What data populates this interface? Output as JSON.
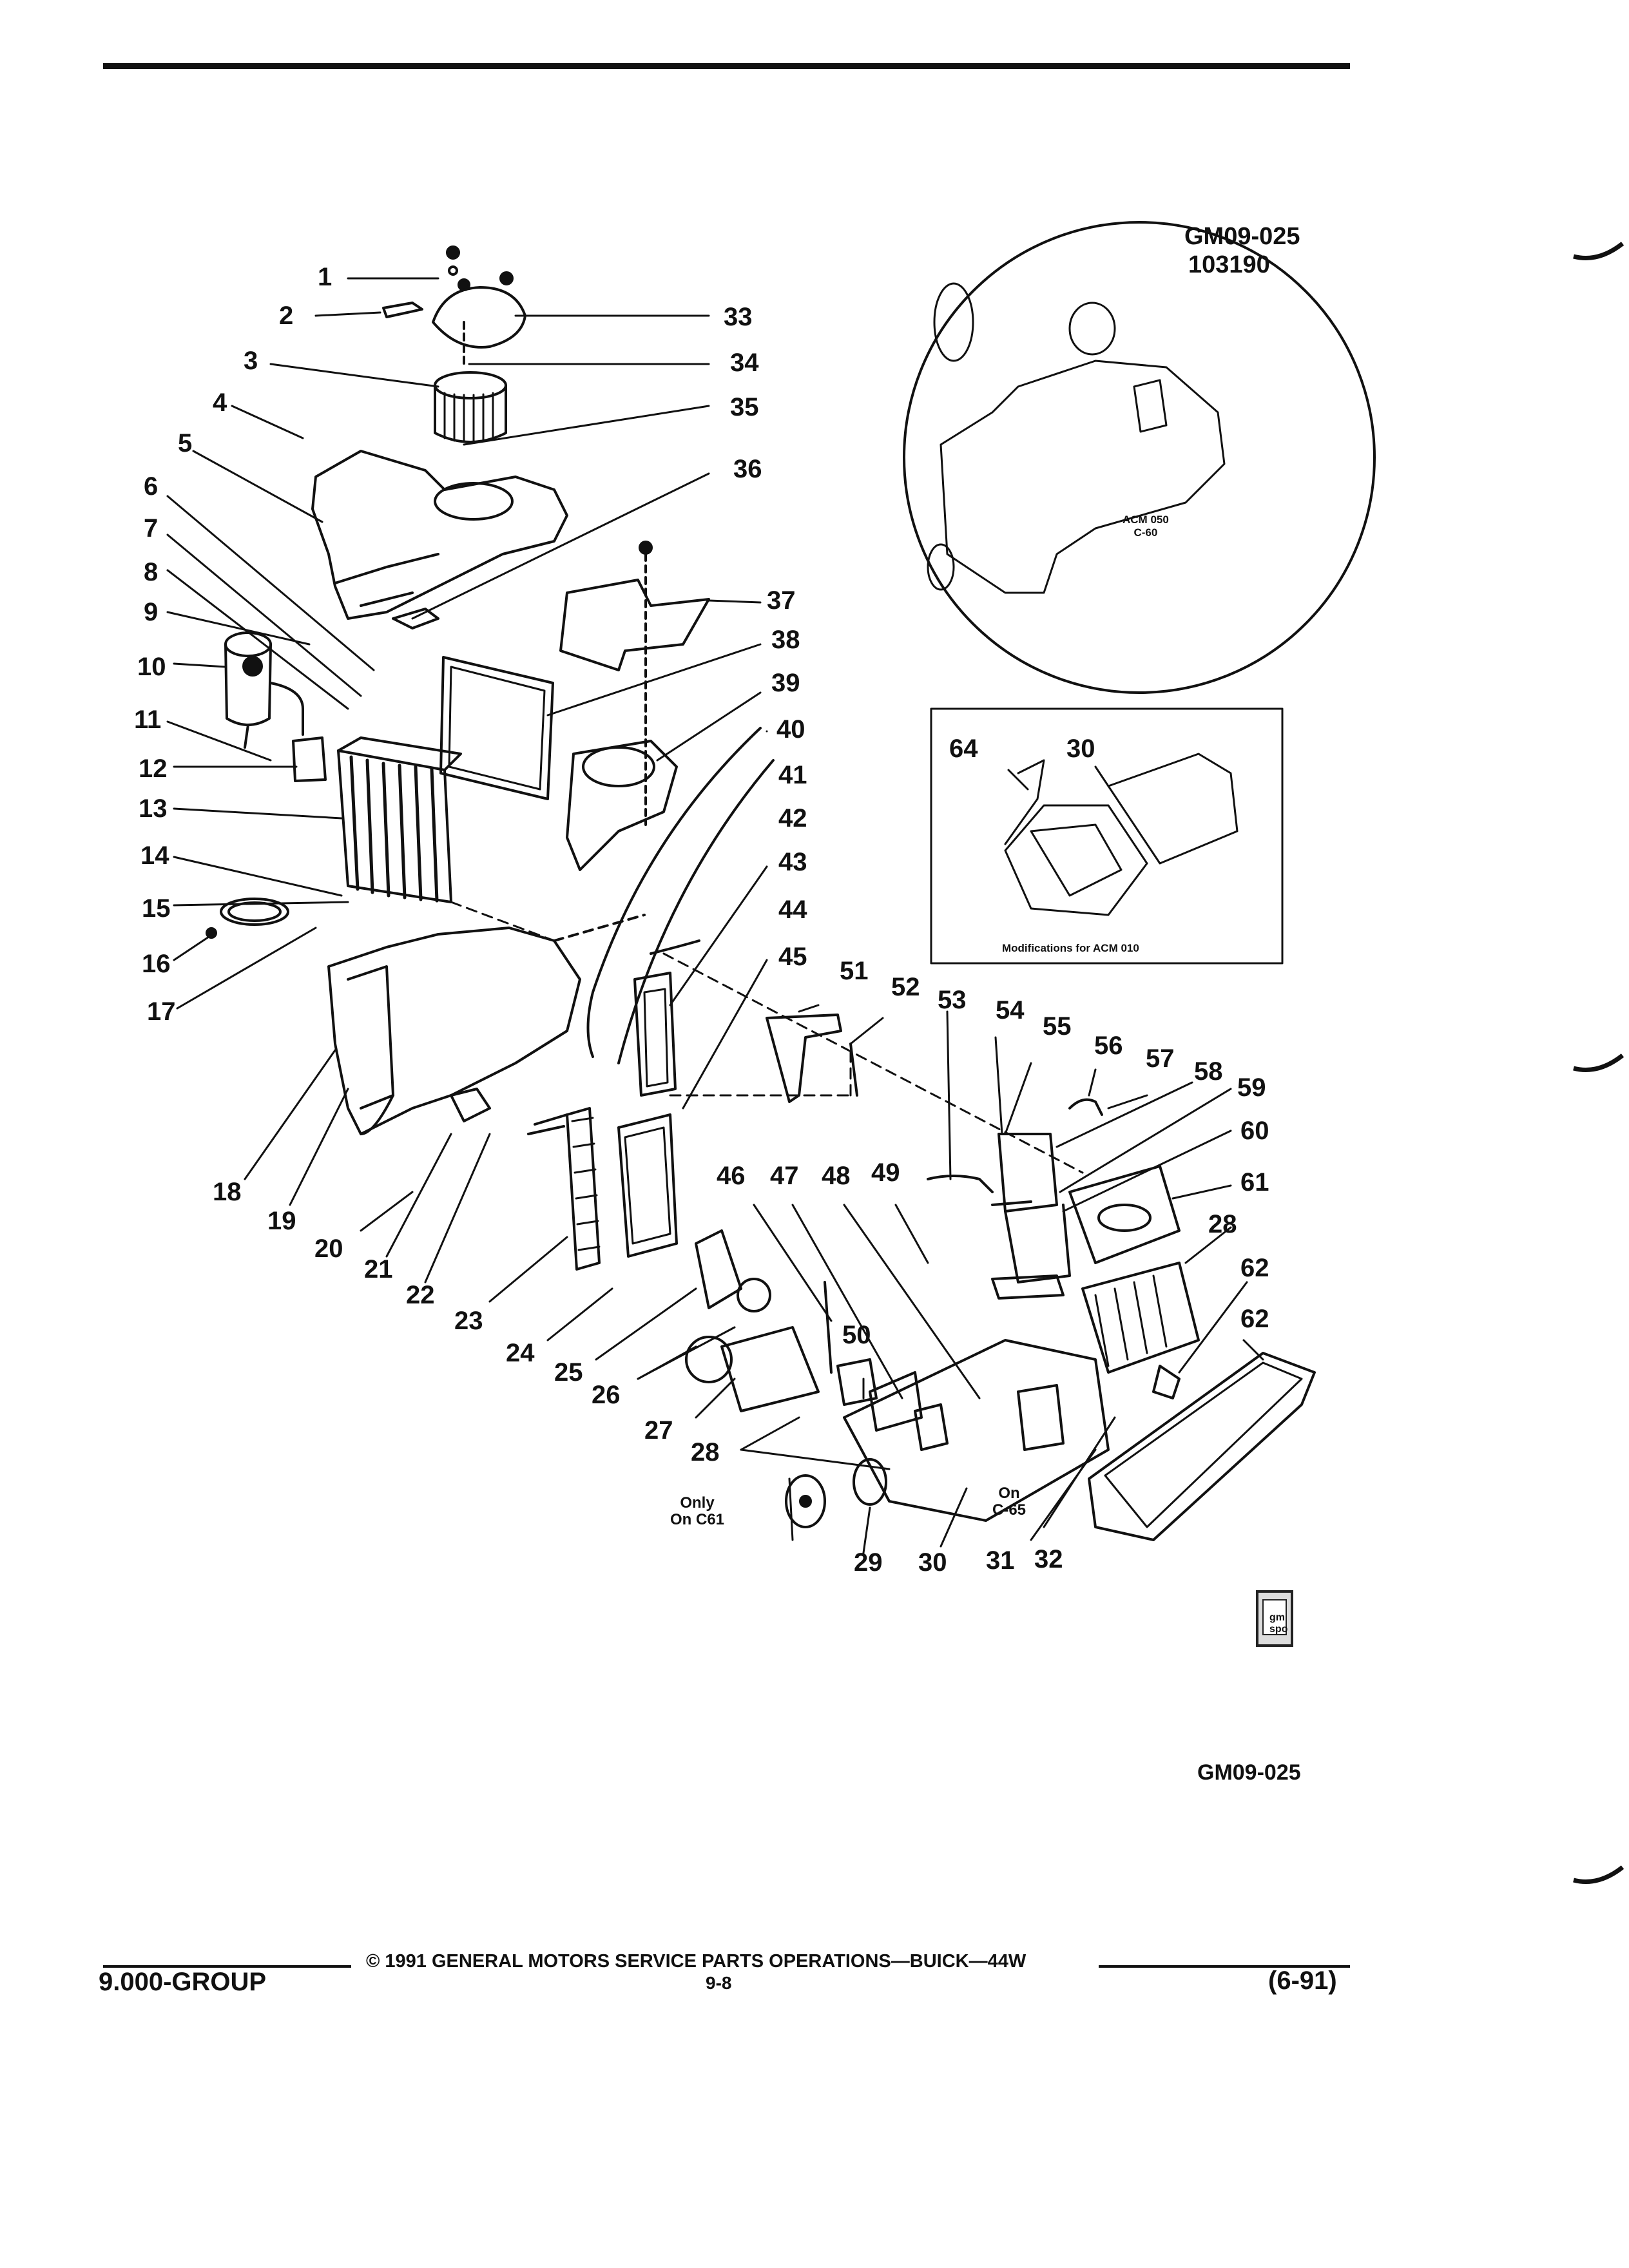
{
  "header": {
    "figure_code": "GM09-025",
    "figure_number": "103190"
  },
  "callouts": [
    {
      "id": "1",
      "text": "1"
    },
    {
      "id": "2",
      "text": "2"
    },
    {
      "id": "3",
      "text": "3"
    },
    {
      "id": "4",
      "text": "4"
    },
    {
      "id": "5",
      "text": "5"
    },
    {
      "id": "6",
      "text": "6"
    },
    {
      "id": "7",
      "text": "7"
    },
    {
      "id": "8",
      "text": "8"
    },
    {
      "id": "9",
      "text": "9"
    },
    {
      "id": "10",
      "text": "10"
    },
    {
      "id": "11",
      "text": "11"
    },
    {
      "id": "12",
      "text": "12"
    },
    {
      "id": "13",
      "text": "13"
    },
    {
      "id": "14",
      "text": "14"
    },
    {
      "id": "15",
      "text": "15"
    },
    {
      "id": "16",
      "text": "16"
    },
    {
      "id": "17",
      "text": "17"
    },
    {
      "id": "18",
      "text": "18"
    },
    {
      "id": "19",
      "text": "19"
    },
    {
      "id": "20",
      "text": "20"
    },
    {
      "id": "21",
      "text": "21"
    },
    {
      "id": "22",
      "text": "22"
    },
    {
      "id": "23",
      "text": "23"
    },
    {
      "id": "24",
      "text": "24"
    },
    {
      "id": "25",
      "text": "25"
    },
    {
      "id": "26",
      "text": "26"
    },
    {
      "id": "27",
      "text": "27"
    },
    {
      "id": "28a",
      "text": "28"
    },
    {
      "id": "28b",
      "text": "28"
    },
    {
      "id": "29",
      "text": "29"
    },
    {
      "id": "30",
      "text": "30"
    },
    {
      "id": "31",
      "text": "31"
    },
    {
      "id": "32",
      "text": "32"
    },
    {
      "id": "33",
      "text": "33"
    },
    {
      "id": "34",
      "text": "34"
    },
    {
      "id": "35",
      "text": "35"
    },
    {
      "id": "36",
      "text": "36"
    },
    {
      "id": "37",
      "text": "37"
    },
    {
      "id": "38",
      "text": "38"
    },
    {
      "id": "39",
      "text": "39"
    },
    {
      "id": "40",
      "text": "40"
    },
    {
      "id": "41",
      "text": "41"
    },
    {
      "id": "42",
      "text": "42"
    },
    {
      "id": "43",
      "text": "43"
    },
    {
      "id": "44",
      "text": "44"
    },
    {
      "id": "45",
      "text": "45"
    },
    {
      "id": "46",
      "text": "46"
    },
    {
      "id": "47",
      "text": "47"
    },
    {
      "id": "48",
      "text": "48"
    },
    {
      "id": "49",
      "text": "49"
    },
    {
      "id": "50",
      "text": "50"
    },
    {
      "id": "51",
      "text": "51"
    },
    {
      "id": "52",
      "text": "52"
    },
    {
      "id": "53",
      "text": "53"
    },
    {
      "id": "54",
      "text": "54"
    },
    {
      "id": "55",
      "text": "55"
    },
    {
      "id": "56",
      "text": "56"
    },
    {
      "id": "57",
      "text": "57"
    },
    {
      "id": "58",
      "text": "58"
    },
    {
      "id": "59",
      "text": "59"
    },
    {
      "id": "60",
      "text": "60"
    },
    {
      "id": "61",
      "text": "61"
    },
    {
      "id": "62a",
      "text": "62"
    },
    {
      "id": "62b",
      "text": "62"
    },
    {
      "id": "64",
      "text": "64"
    },
    {
      "id": "30b",
      "text": "30"
    }
  ],
  "inset_circle": {
    "label_line1": "ACM 050",
    "label_line2": "C-60"
  },
  "inset_box": {
    "caption": "Modifications for ACM 010"
  },
  "notes": {
    "only_line1": "Only",
    "only_line2": "On C61",
    "on_line1": "On",
    "on_line2": "C-65"
  },
  "icon": {
    "name": "gm-spo-icon",
    "text_line1": "gm",
    "text_line2": "spo"
  },
  "figure_code_bottom": "GM09-025",
  "footer": {
    "copyright": "© 1991 GENERAL MOTORS SERVICE PARTS OPERATIONS—BUICK—44W",
    "group": "9.000-GROUP",
    "page": "9-8",
    "date": "(6-91)"
  }
}
